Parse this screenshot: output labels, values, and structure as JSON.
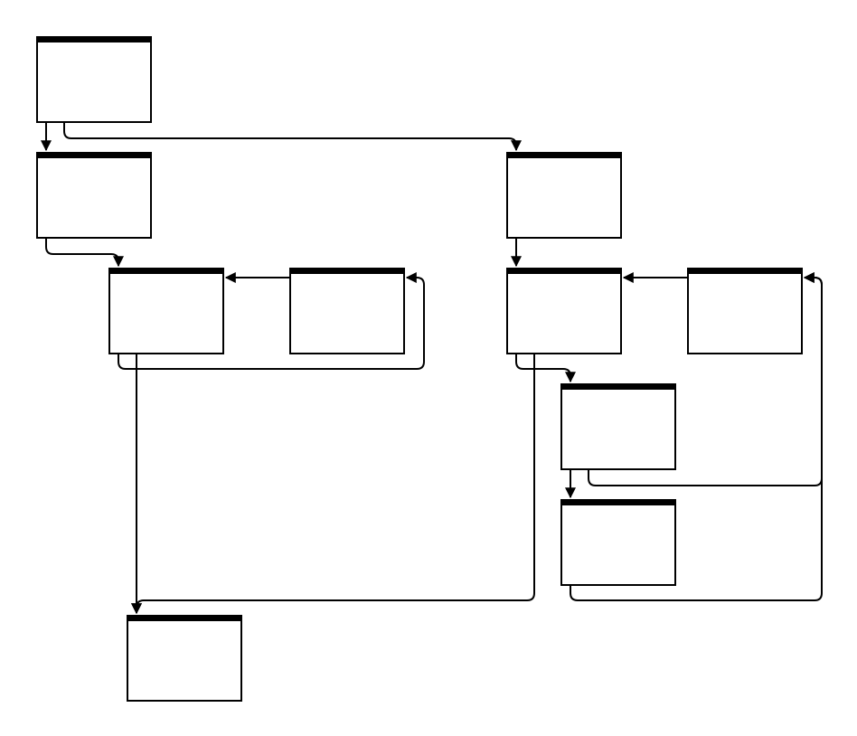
{
  "diagram": {
    "type": "flow",
    "colors": {
      "stroke": "#000000",
      "header": "#000000",
      "background": "#ffffff"
    },
    "nodes": [
      {
        "id": "n1"
      },
      {
        "id": "n2"
      },
      {
        "id": "n3"
      },
      {
        "id": "n4"
      },
      {
        "id": "n5"
      },
      {
        "id": "n6"
      },
      {
        "id": "n7"
      },
      {
        "id": "n8"
      },
      {
        "id": "n9"
      },
      {
        "id": "n10"
      }
    ],
    "edges": [
      {
        "from": "n1",
        "to": "n2"
      },
      {
        "from": "n1",
        "to": "n5"
      },
      {
        "from": "n2",
        "to": "n3"
      },
      {
        "from": "n4",
        "to": "n3"
      },
      {
        "from": "n3",
        "to": "n4"
      },
      {
        "from": "n3",
        "to": "n10"
      },
      {
        "from": "n5",
        "to": "n6"
      },
      {
        "from": "n7",
        "to": "n6"
      },
      {
        "from": "n6",
        "to": "n8"
      },
      {
        "from": "n6",
        "to": "n10"
      },
      {
        "from": "n8",
        "to": "n9"
      },
      {
        "from": "n8",
        "to": "n7"
      },
      {
        "from": "n9",
        "to": "n7"
      }
    ]
  }
}
